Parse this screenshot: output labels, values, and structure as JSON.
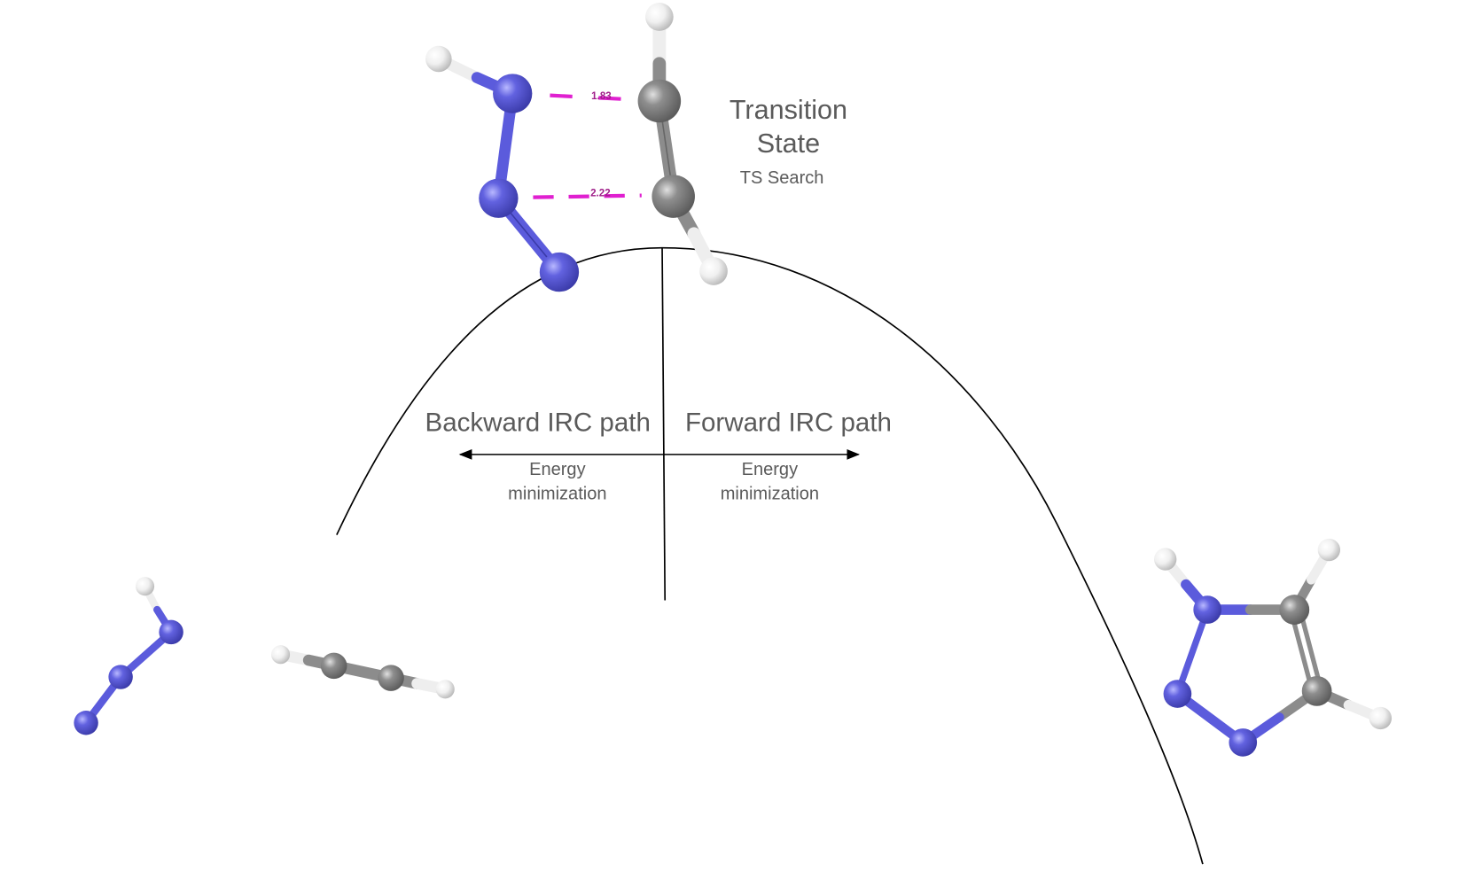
{
  "transition_state": {
    "title_line1": "Transition",
    "title_line2": "State",
    "subtitle": "TS Search"
  },
  "distances": {
    "upper": "1.83",
    "lower": "2.22"
  },
  "backward": {
    "label": "Backward IRC path",
    "sub_line1": "Energy",
    "sub_line2": "minimization"
  },
  "forward": {
    "label": "Forward IRC path",
    "sub_line1": "Energy",
    "sub_line2": "minimization"
  },
  "colors": {
    "nitrogen": "#5b5bdc",
    "carbon": "#8c8c8c",
    "hydrogen": "#f2f2f2",
    "distance_line": "#e020d0",
    "text": "#5a5a5a"
  }
}
